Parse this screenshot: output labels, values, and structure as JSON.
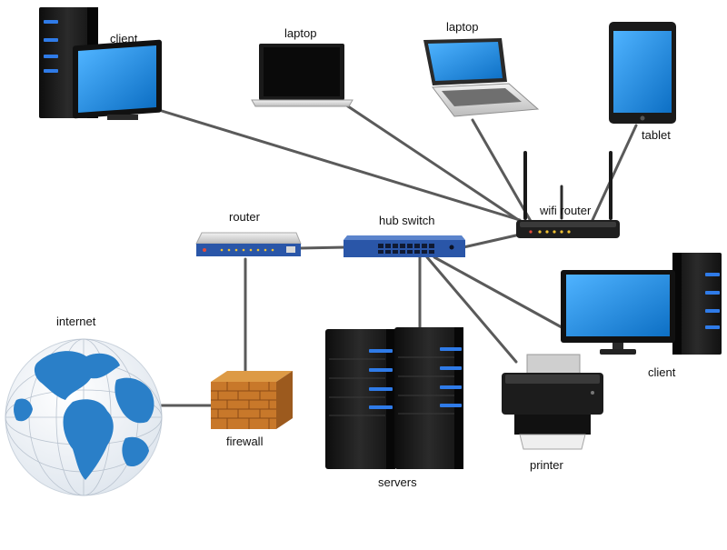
{
  "labels": {
    "client_top": "client",
    "laptop_1": "laptop",
    "laptop_2": "laptop",
    "tablet": "tablet",
    "wifi_router": "wifi router",
    "router": "router",
    "hub_switch": "hub switch",
    "internet": "internet",
    "firewall": "firewall",
    "servers": "servers",
    "printer": "printer",
    "client_right": "client"
  },
  "colors": {
    "screen_blue": "#1e8ee0",
    "led_blue": "#2f7be8",
    "device_black": "#1b1b1b",
    "ocean_blue": "#2a7fc8",
    "brick": "#c8782a",
    "cable_gray": "#5a5a5a",
    "switch_blue": "#2a56a8"
  }
}
